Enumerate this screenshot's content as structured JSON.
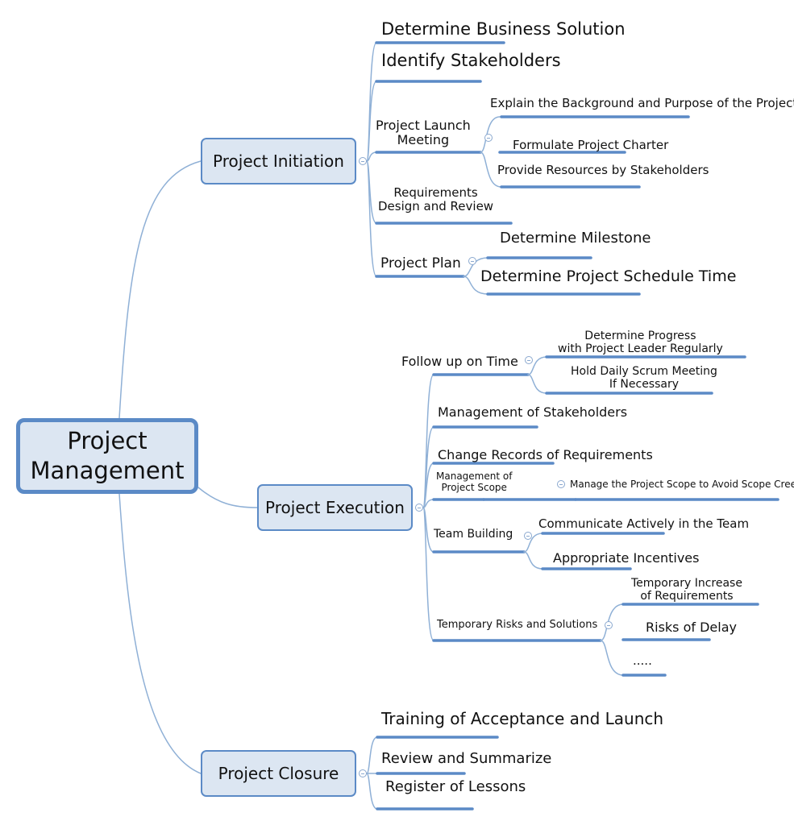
{
  "colors": {
    "connector": "#8fb0d6",
    "underline": "#5b8ac6",
    "box_fill": "#dce6f2",
    "box_border": "#5b8ac6"
  },
  "root": {
    "label": "Project\nManagement"
  },
  "branches": [
    {
      "label": "Project Initiation",
      "children": [
        {
          "label": "Determine Business Solution",
          "children": []
        },
        {
          "label": "Identify Stakeholders",
          "children": []
        },
        {
          "label": "Project Launch\nMeeting",
          "children": [
            {
              "label": "Explain the Background and Purpose of the Project"
            },
            {
              "label": "Formulate Project Charter"
            },
            {
              "label": "Provide Resources by Stakeholders"
            }
          ]
        },
        {
          "label": "Requirements\nDesign and Review",
          "children": []
        },
        {
          "label": "Project Plan",
          "children": [
            {
              "label": "Determine Milestone"
            },
            {
              "label": "Determine Project Schedule Time"
            }
          ]
        }
      ]
    },
    {
      "label": "Project Execution",
      "children": [
        {
          "label": "Follow up on Time",
          "children": [
            {
              "label": "Determine Progress\nwith Project Leader Regularly"
            },
            {
              "label": "Hold Daily Scrum Meeting\nIf Necessary"
            }
          ]
        },
        {
          "label": "Management of Stakeholders",
          "children": []
        },
        {
          "label": "Change Records of Requirements",
          "children": []
        },
        {
          "label": "Management of\nProject Scope",
          "children": [
            {
              "label": "Manage the Project Scope to Avoid Scope Creep"
            }
          ]
        },
        {
          "label": "Team Building",
          "children": [
            {
              "label": "Communicate Actively in the Team"
            },
            {
              "label": "Appropriate Incentives"
            }
          ]
        },
        {
          "label": "Temporary Risks and Solutions",
          "children": [
            {
              "label": "Temporary Increase\nof Requirements"
            },
            {
              "label": "Risks of Delay"
            },
            {
              "label": "....."
            }
          ]
        }
      ]
    },
    {
      "label": "Project Closure",
      "children": [
        {
          "label": "Training of Acceptance and Launch",
          "children": []
        },
        {
          "label": "Review and Summarize",
          "children": []
        },
        {
          "label": "Register of Lessons",
          "children": []
        }
      ]
    }
  ]
}
